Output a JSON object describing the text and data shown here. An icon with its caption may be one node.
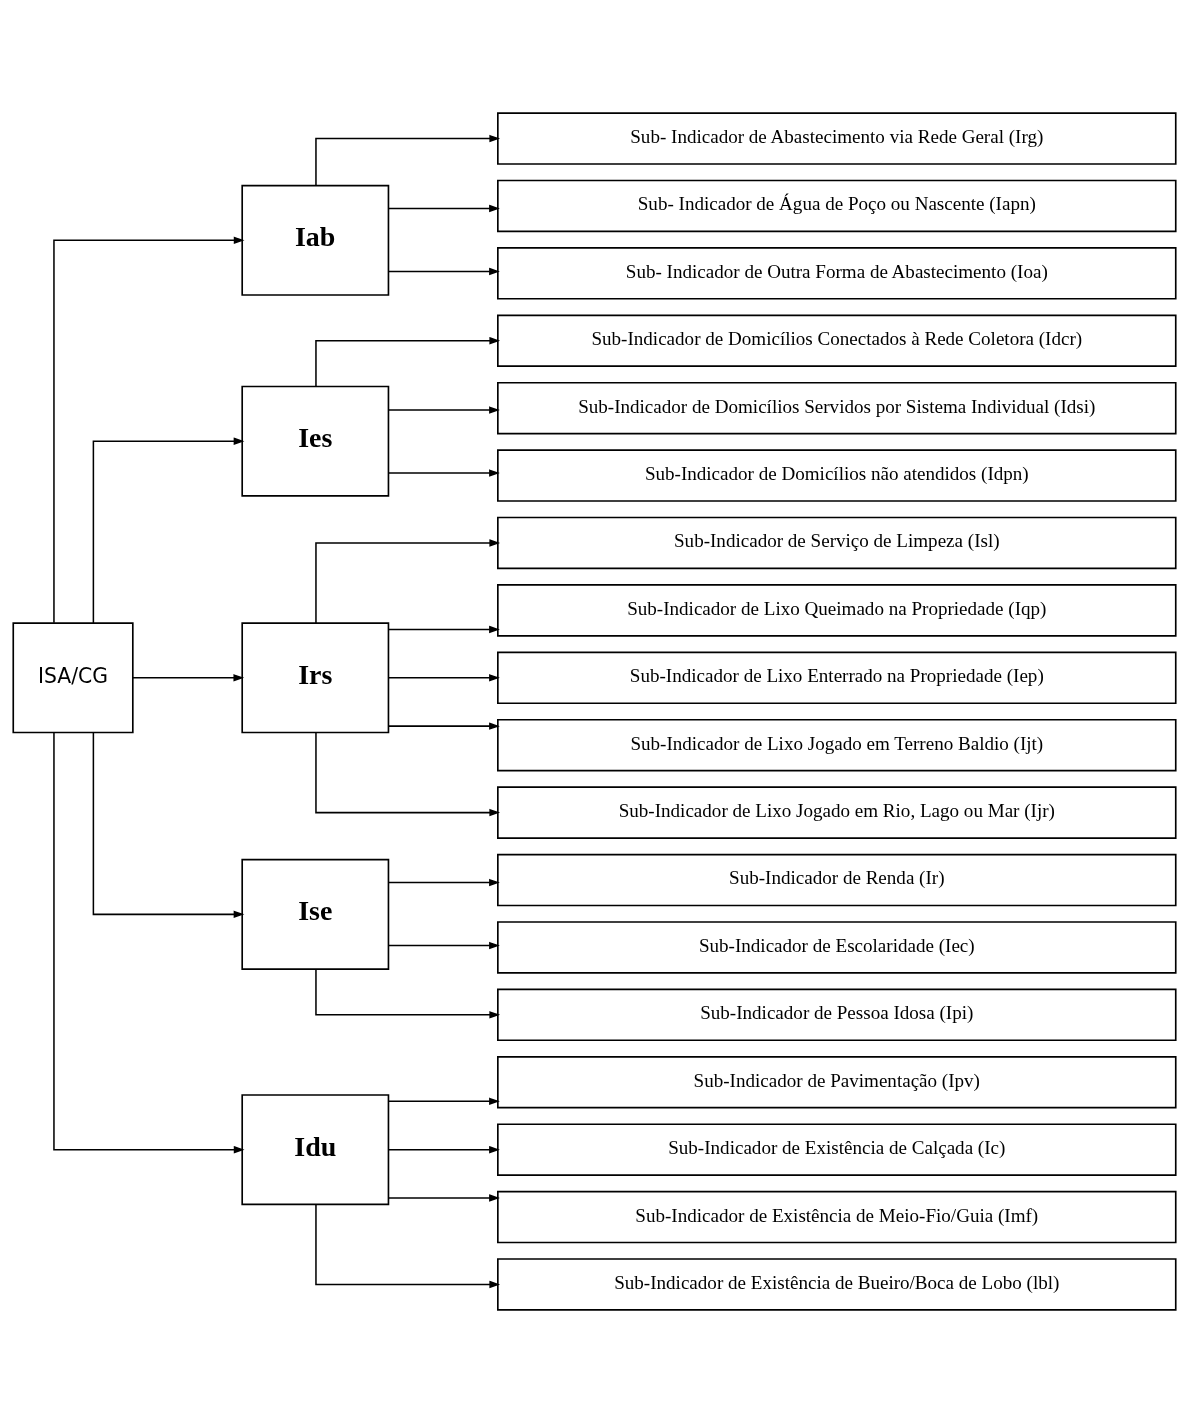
{
  "diagram": {
    "nodes": [
      {
        "text": [
          "ISA/CG"
        ]
      },
      {
        "text": [
          "Iab"
        ]
      },
      {
        "text": [
          "Sub- Indicador de Abastecimento via Rede Geral (Irg)"
        ]
      },
      {
        "text": [
          "Sub- Indicador de Água de Poço ou Nascente (Iapn)"
        ]
      },
      {
        "text": [
          "Sub- Indicador de Outra Forma de Abastecimento (Ioa)"
        ]
      },
      {
        "text": [
          "Ies"
        ]
      },
      {
        "text": [
          "Sub-Indicador de Domicílios Conectados à Rede Coletora (Idcr)"
        ]
      },
      {
        "text": [
          "Sub-Indicador de Domicílios Servidos por Sistema Individual (Idsi)"
        ]
      },
      {
        "text": [
          "Sub-Indicador de Domicílios não atendidos (Idpn)"
        ]
      },
      {
        "text": [
          "Irs"
        ]
      },
      {
        "text": [
          "Sub-Indicador de Serviço de Limpeza (Isl)"
        ]
      },
      {
        "text": [
          "Sub-Indicador de Lixo Queimado na Propriedade (Iqp)"
        ]
      },
      {
        "text": [
          "Sub-Indicador de Lixo Enterrado na Propriedade (Iep)"
        ]
      },
      {
        "text": [
          "Sub-Indicador de Lixo Jogado em Terreno Baldio (Ijt)"
        ]
      },
      {
        "text": [
          "Sub-Indicador de Lixo Jogado em Rio, Lago ou Mar (Ijr)"
        ]
      },
      {
        "text": [
          "Ise"
        ]
      },
      {
        "text": [
          "Sub-Indicador de Renda (Ir)"
        ]
      },
      {
        "text": [
          "Sub-Indicador de Escolaridade (Iec)"
        ]
      },
      {
        "text": [
          "Sub-Indicador de Pessoa Idosa (Ipi)"
        ]
      },
      {
        "text": [
          "Idu"
        ]
      },
      {
        "text": [
          "Sub-Indicador de Pavimentação (Ipv)"
        ]
      },
      {
        "text": [
          "Sub-Indicador de Existência de Calçada (Ic)"
        ]
      },
      {
        "text": [
          "Sub-Indicador de Existência de Meio-Fio/Guia (Imf)"
        ]
      },
      {
        "text": [
          "Sub-Indicador de Existência de Bueiro/Boca de Lobo (lbl)"
        ]
      }
    ],
    "edges": [
      {
        "from": 0,
        "to": 1,
        "arrow": "to"
      },
      {
        "from": 0,
        "to": 5,
        "arrow": "to"
      },
      {
        "from": 0,
        "to": 9,
        "arrow": "to"
      },
      {
        "from": 0,
        "to": 15,
        "arrow": "to"
      },
      {
        "from": 0,
        "to": 19,
        "arrow": "to"
      },
      {
        "from": 1,
        "to": 2,
        "arrow": "to"
      },
      {
        "from": 1,
        "to": 3,
        "arrow": "to"
      },
      {
        "from": 1,
        "to": 4,
        "arrow": "to"
      },
      {
        "from": 5,
        "to": 6,
        "arrow": "to"
      },
      {
        "from": 5,
        "to": 7,
        "arrow": "to"
      },
      {
        "from": 5,
        "to": 8,
        "arrow": "to"
      },
      {
        "from": 9,
        "to": 10,
        "arrow": "to"
      },
      {
        "from": 9,
        "to": 11,
        "arrow": "to"
      },
      {
        "from": 9,
        "to": 12,
        "arrow": "to"
      },
      {
        "from": 9,
        "to": 13,
        "arrow": "to"
      },
      {
        "from": 9,
        "to": 14,
        "arrow": "to"
      },
      {
        "from": 15,
        "to": 16,
        "arrow": "to"
      },
      {
        "from": 15,
        "to": 17,
        "arrow": "to"
      },
      {
        "from": 15,
        "to": 18,
        "arrow": "to"
      },
      {
        "from": 19,
        "to": 20,
        "arrow": "to"
      },
      {
        "from": 19,
        "to": 21,
        "arrow": "to"
      },
      {
        "from": 19,
        "to": 22,
        "arrow": "to"
      },
      {
        "from": 19,
        "to": 23,
        "arrow": "to"
      }
    ]
  }
}
